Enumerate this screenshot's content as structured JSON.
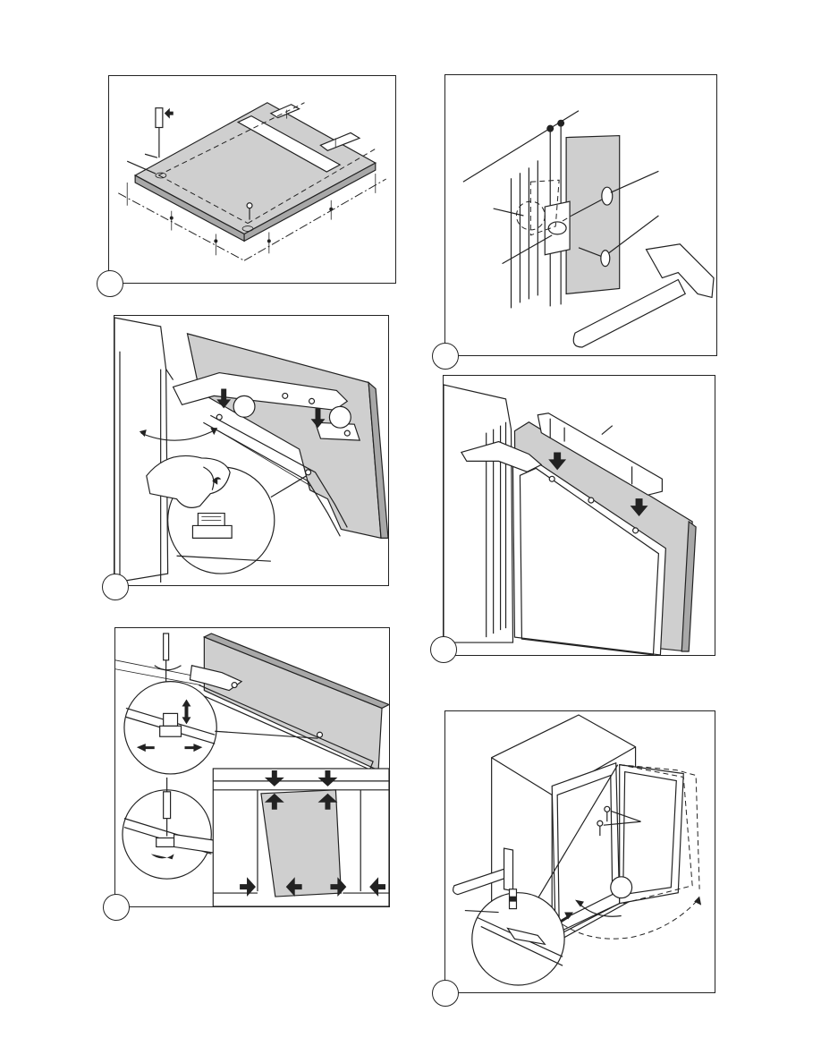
{
  "page": {
    "panels": [
      {
        "id": "fig1",
        "step_label": ""
      },
      {
        "id": "fig2",
        "step_label": ""
      },
      {
        "id": "fig3",
        "step_label": ""
      },
      {
        "id": "fig4",
        "step_label": ""
      },
      {
        "id": "fig5",
        "step_label": ""
      },
      {
        "id": "fig6",
        "step_label": ""
      }
    ]
  },
  "colors": {
    "line": "#222222",
    "panel_fill": "#cfcfcf",
    "panel_dark": "#a8a8a8",
    "background": "#ffffff"
  },
  "icons": [
    "screwdriver-icon",
    "hammer-icon",
    "screw-icon",
    "nail-icon",
    "wrench-icon",
    "arrow-icon"
  ]
}
